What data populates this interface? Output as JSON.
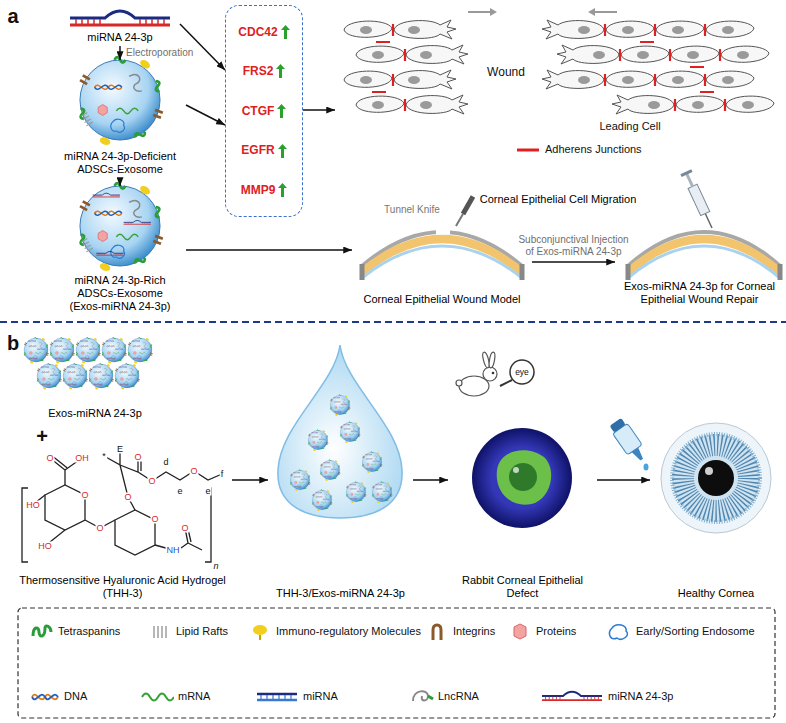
{
  "diagram": {
    "nodes": [
      {
        "text": [
          "miRNA 24-3p"
        ]
      },
      {
        "text": [
          "miRNA 24-3p-Deficient ADSCs-Exosome"
        ]
      },
      {
        "text": [
          "miRNA 24-3p-Rich ADSCs-Exosome",
          "(Exos-miRNA 24-3p)"
        ]
      },
      {
        "text": [
          "CDC42",
          "FRS2",
          "CTGF",
          "EGFR",
          "MMP9"
        ]
      },
      {
        "text": [
          "Corneal Epithelial Cell Migration"
        ]
      },
      {
        "text": [
          "Corneal Epithelial Wound Model"
        ]
      },
      {
        "text": [
          "Exos-miRNA 24-3p for Corneal Epithelial Wound Repair"
        ]
      },
      {
        "text": [
          "Exos-miRNA 24-3p"
        ]
      },
      {
        "text": [
          "Thermosensitive Hyaluronic Acid Hydrogel (THH-3)"
        ]
      },
      {
        "text": [
          "THH-3/Exos-miRNA 24-3p"
        ]
      },
      {
        "text": [
          "Rabbit Corneal Epithelial Defect"
        ]
      },
      {
        "text": [
          "Healthy Cornea"
        ]
      }
    ],
    "edges": [
      {
        "from": 0,
        "to": 1,
        "arrow": "to",
        "label": "Electroporation"
      },
      {
        "from": 1,
        "to": 2,
        "arrow": "to"
      },
      {
        "from": 0,
        "to": 3,
        "arrow": "to"
      },
      {
        "from": 1,
        "to": 3,
        "arrow": "to"
      },
      {
        "from": 3,
        "to": 4,
        "arrow": "to"
      },
      {
        "from": 2,
        "to": 5,
        "arrow": "to"
      },
      {
        "from": 5,
        "to": 6,
        "arrow": "to",
        "label": "Subconjunctival Injection of Exos-miRNA 24-3p"
      },
      {
        "from": 8,
        "to": 9,
        "arrow": "to"
      },
      {
        "from": 9,
        "to": 10,
        "arrow": "to"
      },
      {
        "from": 10,
        "to": 11,
        "arrow": "to"
      }
    ],
    "labels": [
      "a",
      "b",
      "Tunnel Knife",
      "Wound",
      "Leading Cell",
      "+",
      "eye",
      "O",
      "OH",
      "O",
      "HO",
      "HO",
      "O",
      "O",
      "NH",
      "O",
      "O",
      "O",
      "O",
      "O",
      "*",
      "E",
      "d",
      "e",
      "e",
      "f",
      "n"
    ],
    "legend": [
      {
        "text": "Adherens Junctions"
      },
      {
        "text": "Tetraspanins"
      },
      {
        "text": "Lipid Rafts"
      },
      {
        "text": "Immuno-regulatory Molecules"
      },
      {
        "text": "Integrins"
      },
      {
        "text": "Proteins"
      },
      {
        "text": "Early/Sorting Endosome"
      },
      {
        "text": "DNA"
      },
      {
        "text": "mRNA"
      },
      {
        "text": "miRNA"
      },
      {
        "text": "LncRNA"
      },
      {
        "text": "miRNA 24-3p"
      }
    ]
  }
}
